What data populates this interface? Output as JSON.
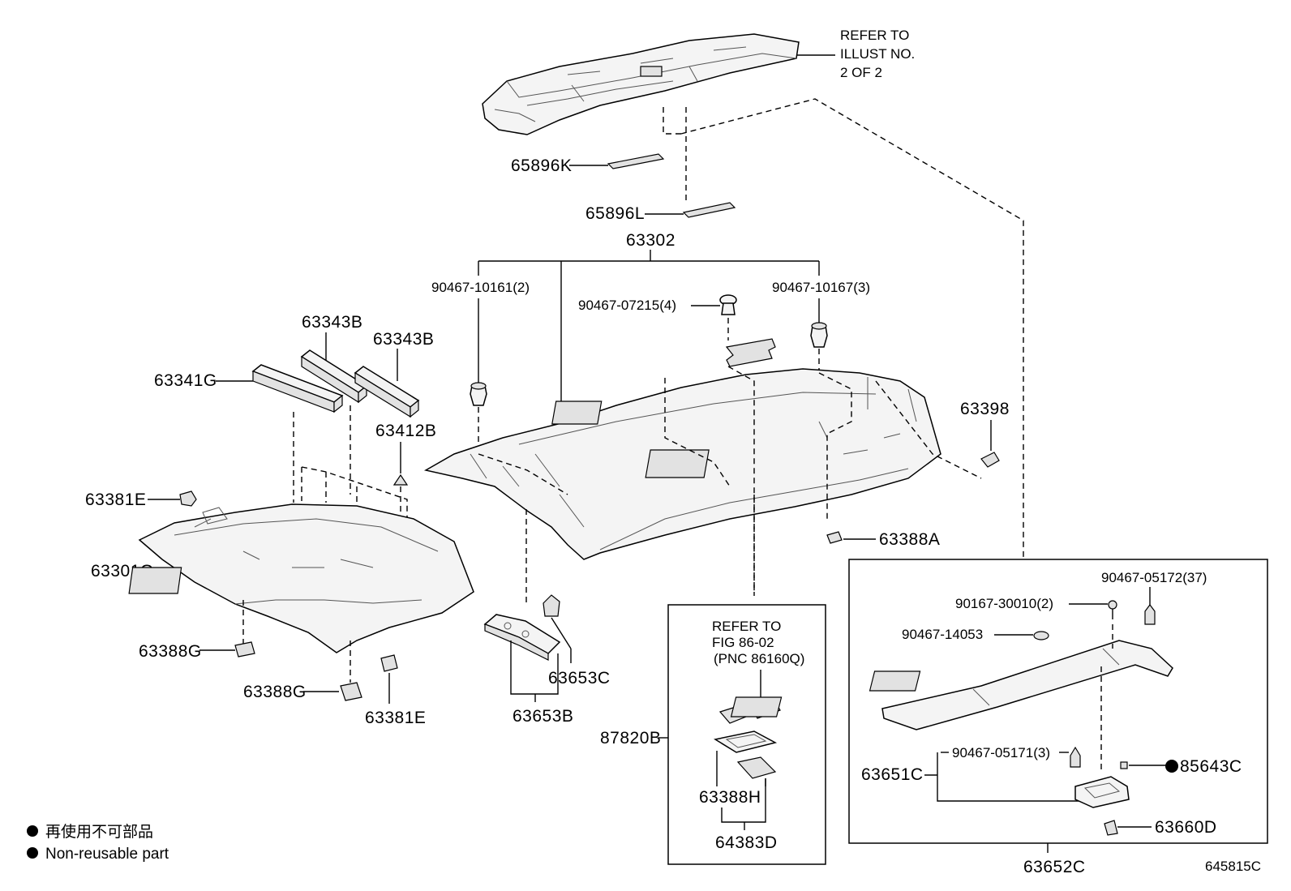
{
  "notes": {
    "refer_top": [
      "REFER TO",
      "ILLUST NO.",
      "2 OF 2"
    ],
    "refer_fig": [
      "REFER TO",
      "FIG 86-02",
      "(PNC 86160Q)"
    ]
  },
  "labels": {
    "p65896K": "65896K",
    "p65896L": "65896L",
    "p63302": "63302",
    "p90467_10161": "90467-10161(2)",
    "p90467_07215": "90467-07215(4)",
    "p90467_10167": "90467-10167(3)",
    "p63343B_a": "63343B",
    "p63343B_b": "63343B",
    "p63341G": "63341G",
    "p63412B": "63412B",
    "p63398": "63398",
    "p63381E_a": "63381E",
    "p63301G": "63301G",
    "p63388A": "63388A",
    "p63388G_a": "63388G",
    "p63388G_b": "63388G",
    "p63381E_b": "63381E",
    "p63653C": "63653C",
    "p63653B": "63653B",
    "p87820B": "87820B",
    "p63388H": "63388H",
    "p64383D": "64383D",
    "p90467_05172": "90467-05172(37)",
    "p90167_30010": "90167-30010(2)",
    "p90467_14053": "90467-14053",
    "p90467_05171": "90467-05171(3)",
    "p63651C": "63651C",
    "p85643C": "85643C",
    "p63660D": "63660D",
    "p63652C": "63652C"
  },
  "legend": {
    "line1": "再使用不可部品",
    "line2": "Non-reusable part"
  },
  "figure_id": "645815C"
}
